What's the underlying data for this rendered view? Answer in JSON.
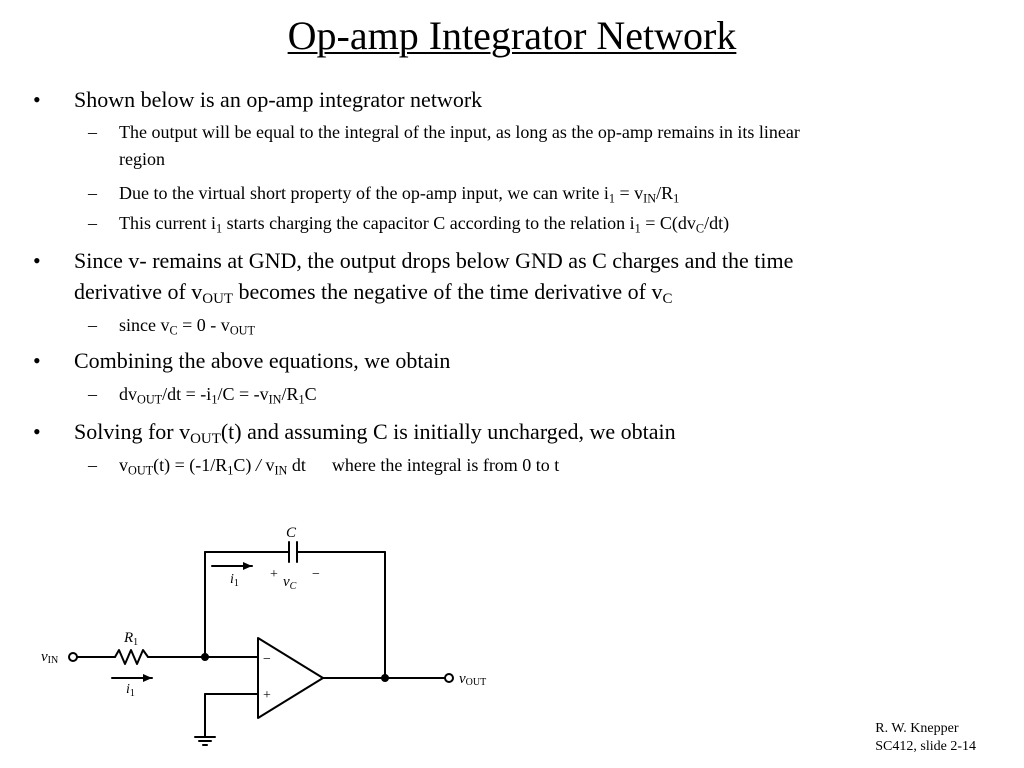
{
  "slide": {
    "title": "Op-amp Integrator Network",
    "bullet_symbol": "•",
    "dash_symbol": "–"
  },
  "bullets": {
    "b1": "Shown below is an op-amp integrator network",
    "b1_s1_line1": "The output will be equal to the integral of the input, as long as the op-amp remains in its linear",
    "b1_s1_line2": "region",
    "b1_s2_pre": "Due to the virtual short property of the op-amp input, we can write i",
    "b1_s3_pre": "This current i",
    "b1_s3_mid": " starts charging the capacitor C according to the relation i",
    "b2_line1": "Since v- remains at GND, the output drops below GND as C charges and the time",
    "b2_line2_pre": "derivative of v",
    "b2_line2_mid": " becomes the negative of the time derivative of v",
    "b2_s1_pre": "since v",
    "b3": "Combining the above equations, we obtain",
    "b4_pre": "Solving for v",
    "b4_post": "(t) and assuming C is initially uncharged, we obtain",
    "b4_s1_mid": "(t) = (-1/R",
    "b4_s1_mid2": "C)",
    "b4_s1_slash": "/",
    "b4_s1_dt": " dt",
    "b4_s1_note": "where the integral is from 0 to t"
  },
  "circuit": {
    "cap_label": "C",
    "res_label": "R",
    "res_sub": "1",
    "i_label": "i",
    "i_sub": "1",
    "vc_label": "v",
    "vc_sub": "C",
    "plus": "+",
    "minus": "−",
    "vin_label": "v",
    "vin_sub": "IN",
    "vout_label": "v",
    "vout_sub": "OUT",
    "inv_input": "−",
    "noninv_input": "+"
  },
  "footer": {
    "author": "R. W. Knepper",
    "slide_ref": "SC412, slide 2-14"
  }
}
